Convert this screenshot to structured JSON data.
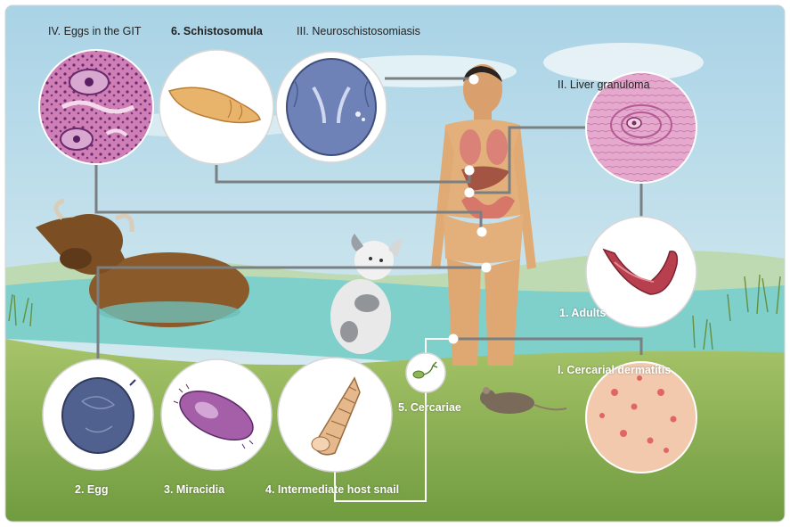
{
  "labels": {
    "eggs_git": "IV. Eggs in the GIT",
    "schistosomula": "6. Schistosomula",
    "neuro": "III. Neuroschistosomiasis",
    "liver": "II. Liver granuloma",
    "adults": "1. Adults",
    "dermatitis": "I. Cercarial dermatitis",
    "cercariae": "5. Cercariae",
    "egg": "2. Egg",
    "miracidia": "3. Miracidia",
    "snail": "4. Intermediate host snail"
  },
  "colors": {
    "sky": "#c9e4ef",
    "water": "#7fcfca",
    "ground": "#8fb558",
    "skin": "#e3b07c",
    "connector": "#7a7f82",
    "he_purple": "#b05ca0",
    "he_pink": "#d987b6",
    "brain_blue": "#6e82b8",
    "egg_blue": "#51618f",
    "worm_red": "#b83f4e",
    "buffalo": "#8a5a2b"
  },
  "icons": [
    "buffalo-icon",
    "dog-icon",
    "rat-icon",
    "human-figure-icon",
    "snail-icon",
    "worm-icon",
    "egg-icon",
    "miracidium-icon",
    "cercaria-icon",
    "brain-icon",
    "schistosomulum-icon"
  ]
}
